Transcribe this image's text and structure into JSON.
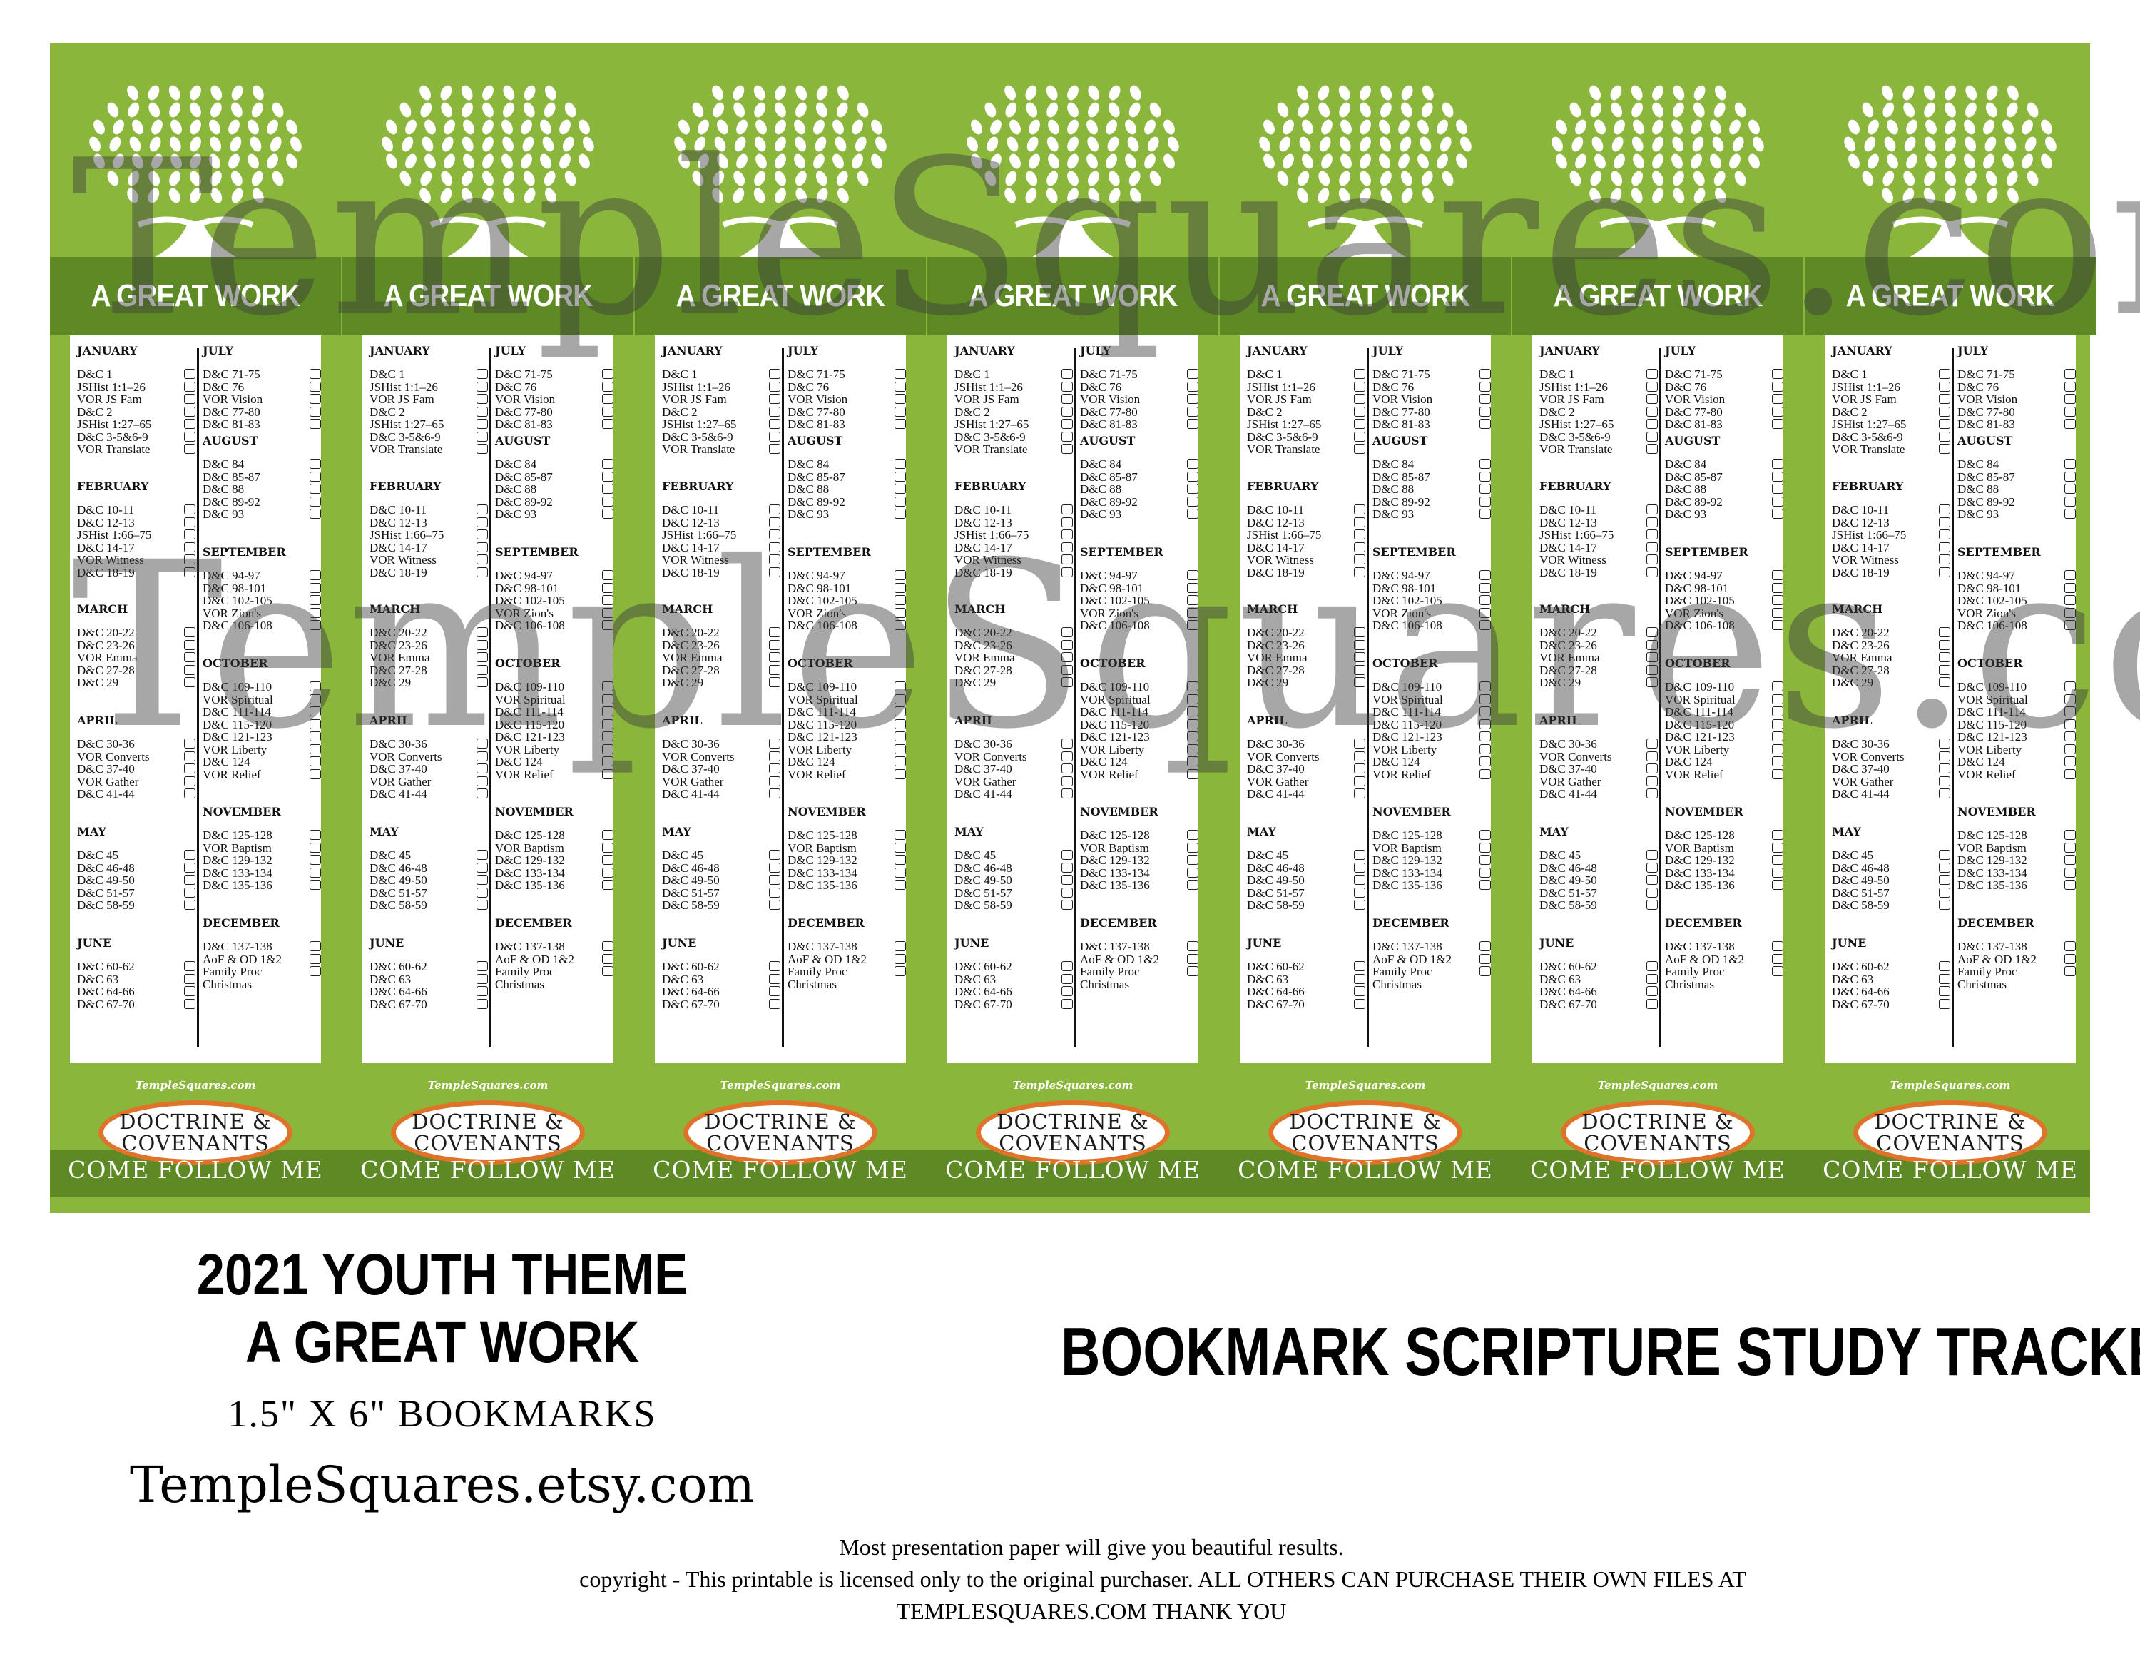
{
  "bookmark": {
    "title": "A GREAT WORK",
    "site": "TempleSquares.com",
    "book_line1": "DOCTRINE &",
    "book_line2": "COVENANTS",
    "footer": "COME FOLLOW ME",
    "count": 7,
    "left_col": [
      {
        "month": "JANUARY",
        "items": [
          "D&C 1",
          "JSHist 1:1–26",
          "VOR JS Fam",
          "D&C 2",
          "JSHist 1:27–65",
          "D&C 3-5&6-9",
          "VOR Translate"
        ]
      },
      {
        "month": "FEBRUARY",
        "items": [
          "D&C 10-11",
          "D&C 12-13",
          "JSHist 1:66–75",
          "D&C 14-17",
          "VOR Witness",
          "D&C 18-19"
        ]
      },
      {
        "month": "MARCH",
        "items": [
          "D&C 20-22",
          "D&C 23-26",
          "VOR Emma",
          "D&C 27-28",
          "D&C 29"
        ]
      },
      {
        "month": "APRIL",
        "items": [
          "D&C 30-36",
          "VOR Converts",
          "D&C 37-40",
          "VOR Gather",
          "D&C 41-44"
        ]
      },
      {
        "month": "MAY",
        "items": [
          "D&C 45",
          "D&C 46-48",
          "D&C 49-50",
          "D&C 51-57",
          "D&C 58-59"
        ]
      },
      {
        "month": "JUNE",
        "items": [
          "D&C 60-62",
          "D&C 63",
          "D&C 64-66",
          "D&C 67-70"
        ]
      }
    ],
    "right_col": [
      {
        "month": "JULY",
        "items": [
          "D&C 71-75",
          "D&C 76",
          "VOR Vision",
          "D&C 77-80",
          "D&C 81-83"
        ]
      },
      {
        "month": "AUGUST",
        "items": [
          "D&C 84",
          "D&C 85-87",
          "D&C 88",
          "D&C 89-92",
          "D&C 93"
        ]
      },
      {
        "month": "SEPTEMBER",
        "items": [
          "D&C 94-97",
          "D&C 98-101",
          "D&C 102-105",
          "VOR Zion's",
          "D&C 106-108"
        ]
      },
      {
        "month": "OCTOBER",
        "items": [
          "D&C 109-110",
          "VOR Spiritual",
          "D&C 111-114",
          "D&C 115-120",
          "D&C 121-123",
          "VOR Liberty",
          "D&C 124",
          "VOR Relief"
        ]
      },
      {
        "month": "NOVEMBER",
        "items": [
          "D&C 125-128",
          "VOR Baptism",
          "D&C 129-132",
          "D&C 133-134",
          "D&C 135-136"
        ]
      },
      {
        "month": "DECEMBER",
        "items": [
          "D&C 137-138",
          "AoF & OD 1&2",
          "Family Proc",
          "Christmas"
        ]
      }
    ],
    "unchecked_last": [
      "Christmas"
    ]
  },
  "watermark": "TempleSquares.com",
  "info": {
    "youth_theme": "2021 YOUTH THEME",
    "theme_name": "A GREAT WORK",
    "size": "1.5\" X 6\" BOOKMARKS",
    "etsy": "TempleSquares.etsy.com",
    "tracker": "BOOKMARK SCRIPTURE STUDY TRACKER",
    "note1": "Most presentation paper  will give you beautiful results.",
    "note2": "copyright - This printable is licensed only to the original purchaser. ALL OTHERS CAN PURCHASE THEIR OWN FILES AT",
    "note3": "TEMPLESQUARES.COM THANK YOU"
  },
  "colors": {
    "green": "#8bb63c",
    "dark_green": "#5d8a24",
    "orange": "#e0732a"
  },
  "icons": [
    "tree-icon",
    "checkbox-icon"
  ]
}
